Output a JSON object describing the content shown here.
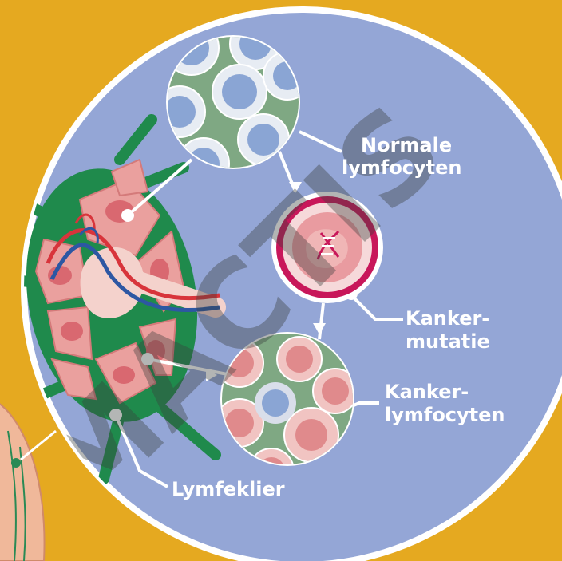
{
  "labels": {
    "normal_line1": "Normale",
    "normal_line2": "lymfocyten",
    "mutation_line1": "Kanker-",
    "mutation_line2": "mutatie",
    "cancer_line1": "Kanker-",
    "cancer_line2": "lymfocyten",
    "node": "Lymfeklier"
  },
  "watermark": "IMACTIS",
  "colors": {
    "background": "#e5a920",
    "main_circle": "#94a6d6",
    "label_text": "#ffffff",
    "lymph_node_green": "#1f8a4c",
    "tissue_pink": "#e8a0a0",
    "mutation_ring": "#c8175a",
    "normal_cell_blue": "#8aa5d4",
    "cell_background_green": "#7fa883"
  }
}
